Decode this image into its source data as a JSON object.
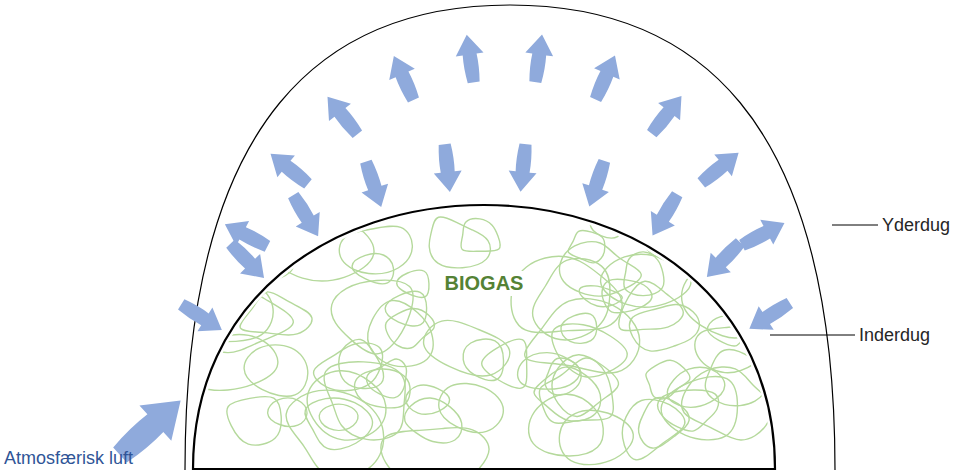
{
  "diagram": {
    "nodes": [
      {
        "text": [
          "BIOGAS"
        ]
      }
    ],
    "labels": [
      "Yderdug",
      "Inderdug",
      "Atmosfærisk luft"
    ]
  }
}
